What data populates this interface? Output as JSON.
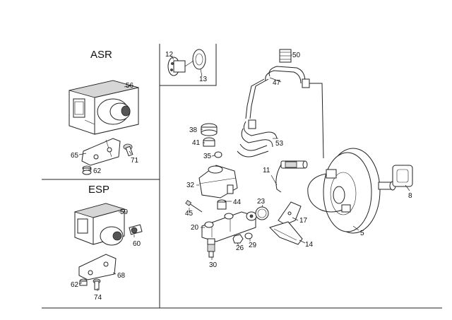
{
  "sections": {
    "asr": "ASR",
    "esp": "ESP"
  },
  "parts": {
    "p5": "5",
    "p8": "8",
    "p11": "11",
    "p12": "12",
    "p13": "13",
    "p14": "14",
    "p17": "17",
    "p20": "20",
    "p23": "23",
    "p26": "26",
    "p29": "29",
    "p30": "30",
    "p32": "32",
    "p35": "35",
    "p38": "38",
    "p41": "41",
    "p44": "44",
    "p45": "45",
    "p47": "47",
    "p50": "50",
    "p53": "53",
    "p56": "56",
    "p59": "59",
    "p60": "60",
    "p62a": "62",
    "p62b": "62",
    "p65": "65",
    "p68": "68",
    "p71": "71",
    "p74": "74"
  }
}
